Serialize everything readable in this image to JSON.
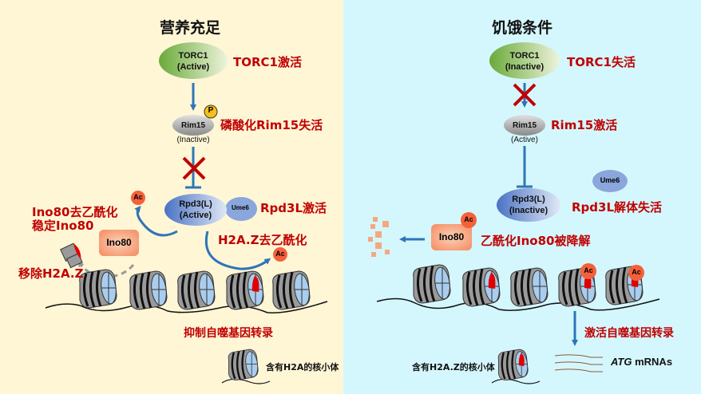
{
  "left": {
    "title": "营养充足",
    "torc1": {
      "name": "TORC1",
      "state": "(Active)",
      "note": "TORC1激活"
    },
    "rim15": {
      "name": "Rim15",
      "state": "(Inactive)",
      "note": "磷酸化Rim15失活",
      "phospho": "P"
    },
    "rpd3": {
      "name": "Rpd3(L)",
      "state": "(Active)",
      "partner": "Ume6",
      "note": "Rpd3L激活"
    },
    "ino80": {
      "name": "Ino80",
      "note_line1": "Ino80去乙酰化",
      "note_line2": "稳定Ino80"
    },
    "h2az_deacetyl": "H2A.Z去乙酰化",
    "remove_h2az": "移除H2A.Z",
    "ac": "Ac",
    "outcome": "抑制自噬基因转录"
  },
  "right": {
    "title": "饥饿条件",
    "torc1": {
      "name": "TORC1",
      "state": "(Inactive)",
      "note": "TORC1失活"
    },
    "rim15": {
      "name": "Rim15",
      "state": "(Active)",
      "note": "Rim15激活"
    },
    "ume6": "Ume6",
    "rpd3": {
      "name": "Rpd3(L)",
      "state": "(Inactive)",
      "note": "Rpd3L解体失活"
    },
    "ino80": {
      "name": "Ino80",
      "note": "乙酰化Ino80被降解"
    },
    "ac": "Ac",
    "outcome": "激活自噬基因转录",
    "mrna_italic": "ATG",
    "mrna_rest": " mRNAs"
  },
  "legend": {
    "h2a": "含有H2A的核小体",
    "h2az": "含有H2A.Z的核小体"
  },
  "colors": {
    "left_bg": "#fff6d6",
    "right_bg": "#d4f7fd",
    "red_text": "#c00000",
    "arrow_blue": "#2e75b6",
    "block_red": "#c00000",
    "ac_orange": "#f5603a",
    "h2az_red": "#e00000"
  }
}
